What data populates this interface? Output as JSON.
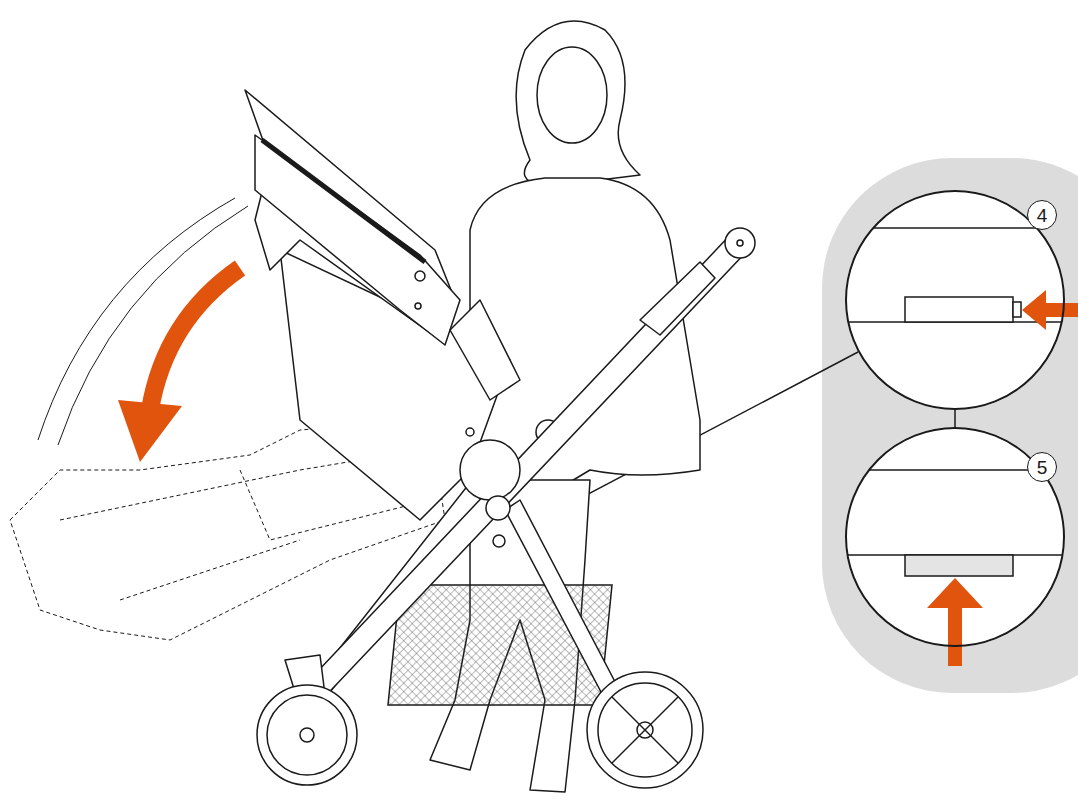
{
  "diagram": {
    "nodes": [
      {
        "text": [
          "4"
        ]
      },
      {
        "text": [
          "5"
        ]
      }
    ],
    "edges": [
      {
        "from": 0,
        "to": 1,
        "arrow": "none"
      }
    ]
  }
}
